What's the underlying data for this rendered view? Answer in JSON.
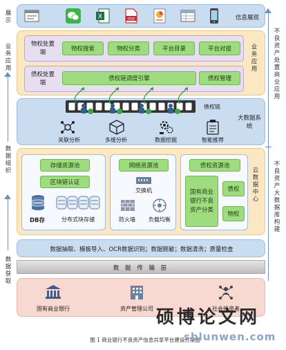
{
  "left_labels": [
    "展示",
    "业务应用",
    "数据组织",
    "数据获取"
  ],
  "right_labels": [
    "不良资产处置商业应用",
    "不良资产大数据库构建"
  ],
  "display_layer": {
    "icons": [
      "browser-icon",
      "wechat-icon",
      "excel-icon",
      "pdf-icon",
      "chart-doc-icon",
      "table-doc-icon",
      "phone-icon"
    ],
    "title": "信息展现"
  },
  "business_layer": {
    "title": "业务应用",
    "disposal": {
      "title": "物权处置端",
      "buttons": [
        "物权搜索",
        "物权分类",
        "平台目录",
        "平台对接"
      ]
    },
    "debt": {
      "title": "债权处置端",
      "engine": "债权链调度引擎",
      "manage": "债权管理"
    }
  },
  "bigdata_layer": {
    "title": "大数据系统",
    "chain_label": "债权链",
    "functions": [
      "关联分析",
      "多维分析",
      "数据挖掘",
      "智能推荐"
    ]
  },
  "cloud_layer": {
    "title": "云数据中心",
    "storage_pool": {
      "title": "存储资源池",
      "auth": "区块链认证",
      "db": "DB存",
      "dist": "分布式块存储"
    },
    "network_pool": {
      "title": "网络资源池",
      "switch": "交换机",
      "firewall": "防火墙",
      "lb": "负载均衡"
    },
    "debt_pool": {
      "title": "债权资源池",
      "classify": "国有商业银行不良资产分类",
      "debt": "债权",
      "property": "物权"
    }
  },
  "acquire_layer": {
    "methods": "数据抽取、模板导入、OCR数据识别；数据脱敏；数据清洗；质量检查",
    "transport": "数 据 传 输 层",
    "sources": [
      "国有商业银行",
      "资产管理公司",
      "社会投资者"
    ]
  },
  "caption": "图 1 商业银行不良资产信息共享平台建设方案图",
  "watermark": {
    "title": "硕博论文网",
    "url": "sblunwen.com"
  }
}
